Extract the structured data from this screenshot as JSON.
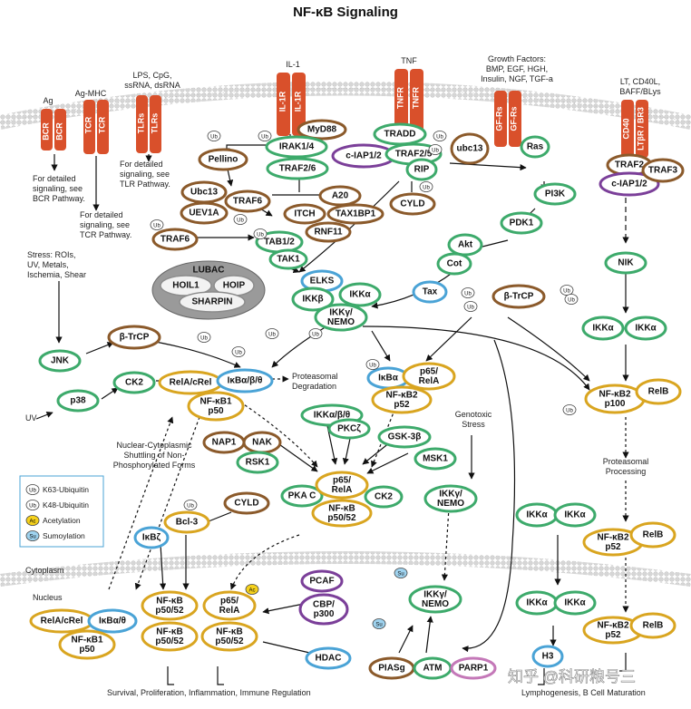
{
  "title": "NF-κB Signaling",
  "watermark": "知乎 @科研粮号三",
  "receptors": {
    "ag": "Ag",
    "bcr": "BCR",
    "ag_mhc": "Ag-MHC",
    "tcr": "TCR",
    "lps": [
      "LPS, CpG,",
      "ssRNA, dsRNA"
    ],
    "tlrs": "TLRs",
    "il1": "IL-1",
    "il1r": "IL-1R",
    "tnf": "TNF",
    "tnfr": "TNFR",
    "gf": [
      "Growth Factors:",
      "BMP, EGF, HGH,",
      "Insulin, NGF, TGF-a"
    ],
    "gfrs": "GF-Rs",
    "lt": [
      "LT, CD40L,",
      "BAFF/BLys"
    ],
    "cd40": "CD40",
    "ltbr": "LTβR / BR3"
  },
  "notes": {
    "bcr_note": [
      "For detailed",
      "signaling, see",
      "BCR Pathway."
    ],
    "tlr_note": [
      "For detailed",
      "signaling, see",
      "TLR Pathway."
    ],
    "tcr_note": [
      "For detailed",
      "signaling, see",
      "TCR Pathway."
    ],
    "stress": [
      "Stress: ROIs,",
      "UV, Metals,",
      "Ischemia, Shear"
    ],
    "uv": "UV",
    "proteasomal_degradation": [
      "Proteasomal",
      "Degradation"
    ],
    "genotoxic": [
      "Genotoxic",
      "Stress"
    ],
    "proteasomal_processing": [
      "Proteasomal",
      "Processing"
    ],
    "shuttling": [
      "Nuclear-Cytoplasmic",
      "Shuttling of Non-",
      "Phosphorylated Forms"
    ],
    "cytoplasm": "Cytoplasm",
    "nucleus": "Nucleus",
    "outcome_left": "Survival, Proliferation, Inflammation, Immune Regulation",
    "outcome_right": "Lymphogenesis, B Cell Maturation"
  },
  "nodes": {
    "myd88": "MyD88",
    "irak": "IRAK1/4",
    "traf26": "TRAF2/6",
    "pellino": "Pellino",
    "ubc13a": "Ubc13",
    "uev1a": "UEV1A",
    "traf6a": "TRAF6",
    "a20": "A20",
    "itch": "ITCH",
    "tax1bp1": "TAX1BP1",
    "rnf11": "RNF11",
    "tradd": "TRADD",
    "ciap": "c-IAP1/2",
    "traf25": "TRAF2/5",
    "rip": "RIP",
    "ubc13b": "ubc13",
    "ras": "Ras",
    "traf2": "TRAF2",
    "ciap2": "c-IAP1/2",
    "traf3": "TRAF3",
    "pi3k": "PI3K",
    "pdk1": "PDK1",
    "akt": "Akt",
    "cot": "Cot",
    "cyld": "CYLD",
    "traf6b": "TRAF6",
    "tab12": "TAB1/2",
    "tak1": "TAK1",
    "lubac": "LUBAC",
    "hoil1": "HOIL1",
    "hoip": "HOIP",
    "sharpin": "SHARPIN",
    "elks": "ELKS",
    "ikkb": "IKKβ",
    "ikka": "IKKα",
    "nemo": [
      "IKKγ/",
      "NEMO"
    ],
    "tax": "Tax",
    "btrcp1": "β-TrCP",
    "btrcp2": "β-TrCP",
    "nik": "NIK",
    "ikka_r1": "IKKα",
    "ikka_r2": "IKKα",
    "jnk": "JNK",
    "ck2a": "CK2",
    "p38": "p38",
    "relacrel": "RelA/cRel",
    "ikbabq": "IκBα/β/θ",
    "nfkb1": [
      "NF-κB1",
      "p50"
    ],
    "ikba": "IκBα",
    "p65rela": [
      "p65/",
      "RelA"
    ],
    "nfkb2": [
      "NF-κB2",
      "p52"
    ],
    "nfkb2p100": [
      "NF-κB2",
      "p100"
    ],
    "relb1": "RelB",
    "ikkabq": "IKKα/β/θ",
    "pkcz": "PKCζ",
    "gsk3b": "GSK-3β",
    "msk1": "MSK1",
    "nap1": "NAP1",
    "nak": "NAK",
    "rsk1": "RSK1",
    "pkac": "PKA C",
    "p65center": [
      "p65/",
      "RelA"
    ],
    "nfkbcenter": [
      "NF-κB",
      "p50/52"
    ],
    "ck2b": "CK2",
    "ikkg2": [
      "IKKγ/",
      "NEMO"
    ],
    "ikka_m1": "IKKα",
    "ikka_m2": "IKKα",
    "nfkb2b": [
      "NF-κB2",
      "p52"
    ],
    "relb2": "RelB",
    "cyld2": "CYLD",
    "bcl3": "Bcl-3",
    "ikbz": "IκBζ",
    "nfkb_n1": [
      "NF-κB",
      "p50/52"
    ],
    "nfkb_n2": [
      "NF-κB",
      "p50/52"
    ],
    "p65_n": [
      "p65/",
      "RelA"
    ],
    "nfkb_n3": [
      "NF-κB",
      "p50/52"
    ],
    "pcaf": "PCAF",
    "cbp": [
      "CBP/",
      "p300"
    ],
    "hdac": "HDAC",
    "relacrel_n": "RelA/cRel",
    "ikbabq_n": "IκBα/θ",
    "nfkb1_n": [
      "NF-κB1",
      "p50"
    ],
    "ikkg3": [
      "IKKγ/",
      "NEMO"
    ],
    "ikka_n1": "IKKα",
    "ikka_n2": "IKKα",
    "nfkb2c": [
      "NF-κB2",
      "p52"
    ],
    "relb3": "RelB",
    "h3": "H3",
    "piasg": "PIASg",
    "atm": "ATM",
    "parp1": "PARP1"
  },
  "legend": {
    "k63": "K63-Ubiquitin",
    "k48": "K48-Ubiquitin",
    "ac": "Acetylation",
    "su": "Sumoylation",
    "ub": "Ub",
    "ac_sym": "Ac",
    "su_sym": "Su"
  },
  "colors": {
    "green": "#3daa6b",
    "brown": "#8b5a2b",
    "gold": "#d9a520",
    "purple": "#7b3f99",
    "blue": "#4aa3d6",
    "pink": "#c478b8",
    "gray": "#8c8c8c",
    "red": "#d9502b",
    "membrane": "#c9c9c9"
  }
}
